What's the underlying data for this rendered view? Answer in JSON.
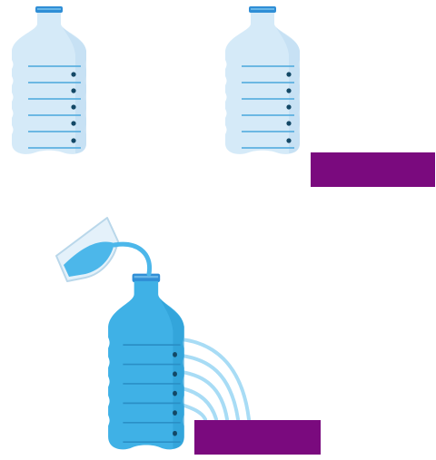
{
  "colors": {
    "background": "#ffffff",
    "bottle_empty_fill": "#d5eaf8",
    "bottle_empty_shade": "#c3dff3",
    "bottle_full_fill": "#3fb1e6",
    "bottle_full_shade": "#2f9fd6",
    "rib_line": "#4aa8dc",
    "hole": "#134866",
    "cap": "#2f8ed6",
    "water_stream": "#a8dcf5",
    "glass": "#cfe6f4",
    "glass_water": "#4cb7ea",
    "block": "#7a0a7e"
  },
  "icons": {
    "bottle": "plastic-bottle-icon",
    "glass": "measuring-cup-icon",
    "block": "purple-block"
  },
  "panels": [
    {
      "name": "empty-bottle-with-holes",
      "holes": 5,
      "filled": false,
      "streams": 0
    },
    {
      "name": "empty-bottle-beside-block",
      "holes": 5,
      "filled": false,
      "streams": 0
    },
    {
      "name": "filled-bottle-with-streams",
      "holes": 5,
      "filled": true,
      "streams": 5
    }
  ]
}
